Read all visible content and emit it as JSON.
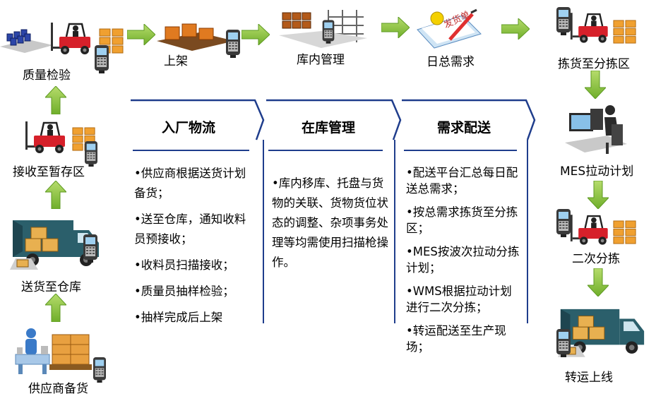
{
  "nodes": {
    "quality_check": "质量检验",
    "shelving": "上架",
    "warehouse_mgmt": "库内管理",
    "daily_demand": "日总需求",
    "pick_to_area": "拣货至分拣区",
    "receive_staging": "接收至暂存区",
    "deliver_warehouse": "送货至仓库",
    "supplier_stock": "供应商备货",
    "mes_pull_plan": "MES拉动计划",
    "second_sort": "二次分拣",
    "transfer_online": "转运上线"
  },
  "panels": [
    {
      "title": "入厂物流",
      "items": [
        "•供应商根据送货计划备货；",
        "•送至仓库，通知收料员预接收；",
        "•收料员扫描接收；",
        "•质量员抽样检验；",
        "•抽样完成后上架"
      ]
    },
    {
      "title": "在库管理",
      "items": [
        "•库内移库、托盘与货物的关联、货物货位状态的调整、杂项事务处理等均需使用扫描枪操作。"
      ]
    },
    {
      "title": "需求配送",
      "items": [
        "•配送平台汇总每日配送总需求；",
        "•按总需求拣货至分拣区；",
        "•MES按波次拉动分拣计划；",
        "•WMS根据拉动计划进行二次分拣；",
        "•转运配送至生产现场；"
      ]
    }
  ],
  "colors": {
    "arrow_green": "#8cc540",
    "panel_blue": "#1f3d8c",
    "forklift_red": "#d6202a",
    "box_orange": "#f0a030"
  }
}
